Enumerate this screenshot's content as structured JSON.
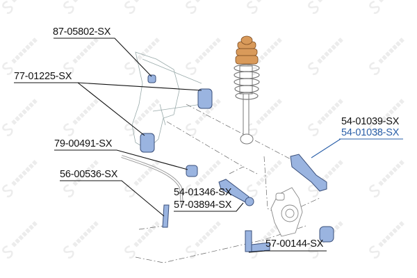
{
  "watermark": "STELLOX",
  "colors": {
    "part": "#9ab4e0",
    "part_dark": "#3a4f7a",
    "bump_stop": "#d99a5a",
    "highlight_label": "#2a5fa8",
    "text": "#111111"
  },
  "labels": {
    "l87_05802": "87-05802-SX",
    "l77_01225": "77-01225-SX",
    "l79_00491": "79-00491-SX",
    "l56_00536": "56-00536-SX",
    "l54_01346": "54-01346-SX",
    "l57_03894": "57-03894-SX",
    "l54_01039": "54-01039-SX",
    "l54_01038": "54-01038-SX",
    "l57_00144": "57-00144-SX"
  }
}
